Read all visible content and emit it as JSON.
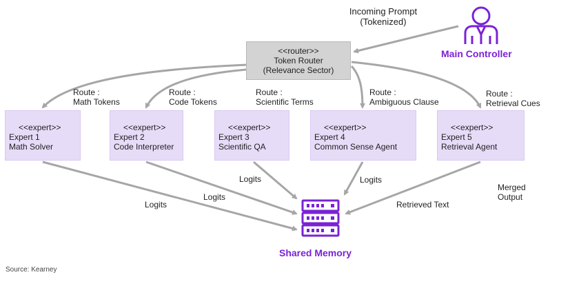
{
  "diagram": {
    "incoming_prompt": [
      "Incoming Prompt",
      "(Tokenized)"
    ],
    "main_controller": "Main Controller",
    "router": {
      "stereotype": "<<router>>",
      "name": "Token Router",
      "detail": "(Relevance Sector)"
    },
    "routes": [
      {
        "prefix": "Route :",
        "label": "Math Tokens"
      },
      {
        "prefix": "Route :",
        "label": "Code Tokens"
      },
      {
        "prefix": "Route :",
        "label": "Scientific Terms"
      },
      {
        "prefix": "Route :",
        "label": "Ambiguous Clause"
      },
      {
        "prefix": "Route :",
        "label": "Retrieval Cues"
      }
    ],
    "experts": [
      {
        "stereotype": "<<expert>>",
        "id": "Expert 1",
        "name": "Math Solver"
      },
      {
        "stereotype": "<<expert>>",
        "id": "Expert 2",
        "name": "Code Interpreter"
      },
      {
        "stereotype": "<<expert>>",
        "id": "Expert 3",
        "name": "Scientific QA"
      },
      {
        "stereotype": "<<expert>>",
        "id": "Expert 4",
        "name": "Common Sense Agent"
      },
      {
        "stereotype": "<<expert>>",
        "id": "Expert 5",
        "name": "Retrieval Agent"
      }
    ],
    "edge_labels": {
      "logits_1": "Logits",
      "logits_2": "Logits",
      "logits_3": "Logits",
      "logits_4": "Logits",
      "retrieved_text": "Retrieved Text",
      "merged_output": [
        "Merged",
        "Output"
      ]
    },
    "shared_memory": "Shared Memory",
    "source": "Source: Kearney",
    "colors": {
      "accent": "#7a22d6",
      "expert_fill": "#e7dcf8",
      "router_fill": "#d3d3d3",
      "arrow": "#a6a6a6"
    },
    "icons": [
      "person-icon",
      "server-icon"
    ]
  }
}
